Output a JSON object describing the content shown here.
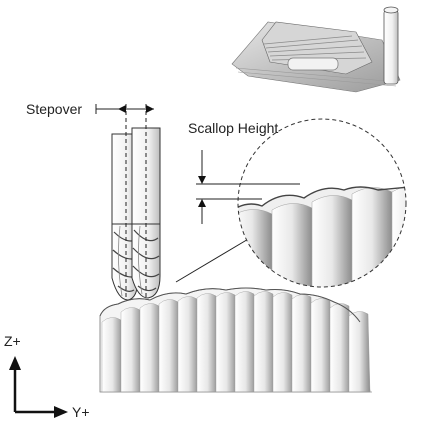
{
  "labels": {
    "stepover": "Stepover",
    "scallop_height": "Scallop Height",
    "z_axis": "Z+",
    "y_axis": "Y+"
  }
}
